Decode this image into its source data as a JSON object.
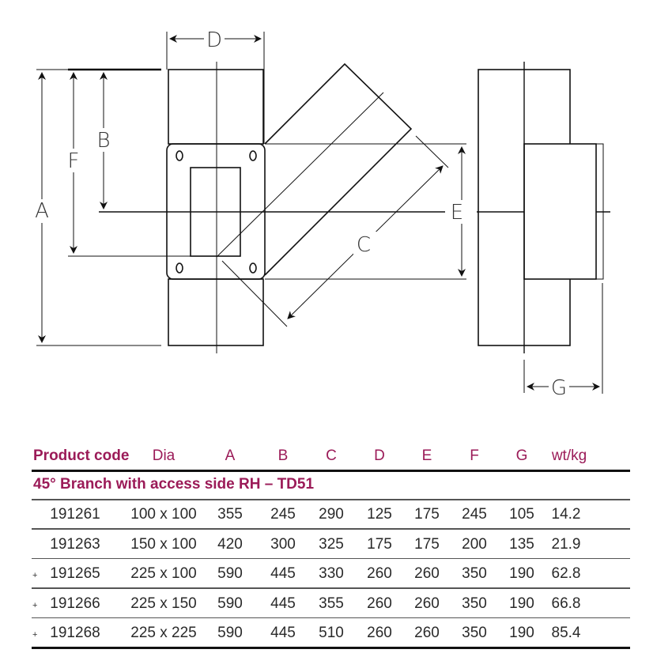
{
  "diagram": {
    "labels": {
      "A": "A",
      "B": "B",
      "C": "C",
      "D": "D",
      "E": "E",
      "F": "F",
      "G": "G"
    }
  },
  "table": {
    "headers": [
      "Product code",
      "Dia",
      "A",
      "B",
      "C",
      "D",
      "E",
      "F",
      "G",
      "wt/kg"
    ],
    "section_title": "45° Branch with access side RH – TD51",
    "rows": [
      {
        "mark": "",
        "code": "191261",
        "dia": "100 x 100",
        "A": "355",
        "B": "245",
        "C": "290",
        "D": "125",
        "E": "175",
        "F": "245",
        "G": "105",
        "wt": "14.2"
      },
      {
        "mark": "",
        "code": "191263",
        "dia": "150 x 100",
        "A": "420",
        "B": "300",
        "C": "325",
        "D": "175",
        "E": "175",
        "F": "200",
        "G": "135",
        "wt": "21.9"
      },
      {
        "mark": "+",
        "code": "191265",
        "dia": "225 x 100",
        "A": "590",
        "B": "445",
        "C": "330",
        "D": "260",
        "E": "260",
        "F": "350",
        "G": "190",
        "wt": "62.8"
      },
      {
        "mark": "+",
        "code": "191266",
        "dia": "225 x 150",
        "A": "590",
        "B": "445",
        "C": "355",
        "D": "260",
        "E": "260",
        "F": "350",
        "G": "190",
        "wt": "66.8"
      },
      {
        "mark": "+",
        "code": "191268",
        "dia": "225 x 225",
        "A": "590",
        "B": "445",
        "C": "510",
        "D": "260",
        "E": "260",
        "F": "350",
        "G": "190",
        "wt": "85.4"
      }
    ]
  },
  "colors": {
    "accent": "#9b1b58"
  }
}
